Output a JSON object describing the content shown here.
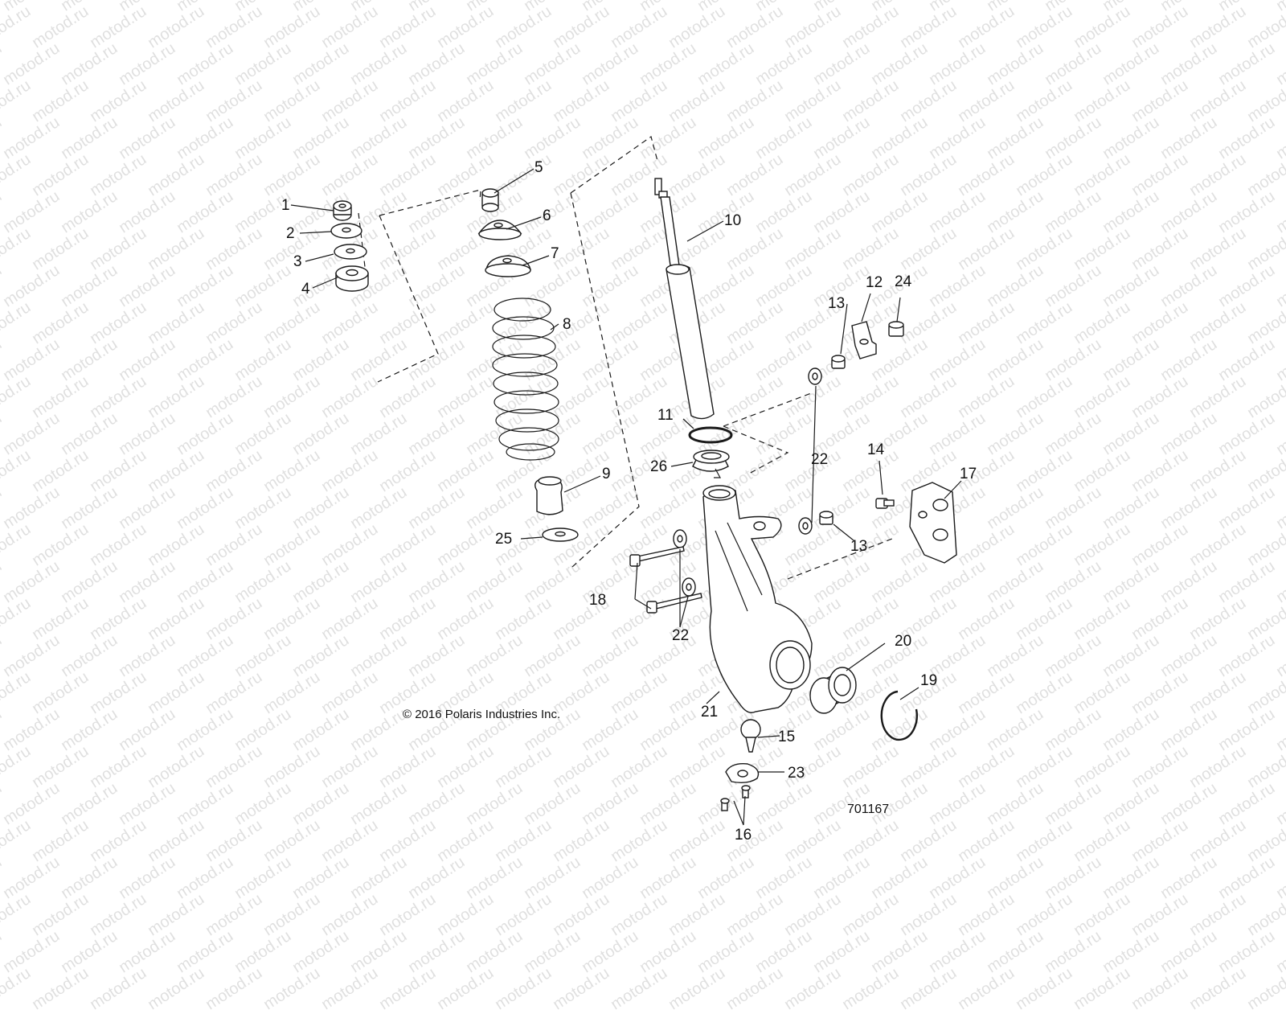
{
  "watermark": {
    "text": "motod.ru"
  },
  "copyright": "© 2016 Polaris Industries Inc.",
  "diagram_number": "701167",
  "callouts": [
    "1",
    "2",
    "3",
    "4",
    "5",
    "6",
    "7",
    "8",
    "9",
    "10",
    "11",
    "12",
    "13",
    "13",
    "14",
    "15",
    "16",
    "17",
    "18",
    "19",
    "20",
    "21",
    "22",
    "22",
    "23",
    "24",
    "25",
    "26"
  ],
  "colors": {
    "line": "#1a1a1a",
    "background": "#ffffff"
  }
}
